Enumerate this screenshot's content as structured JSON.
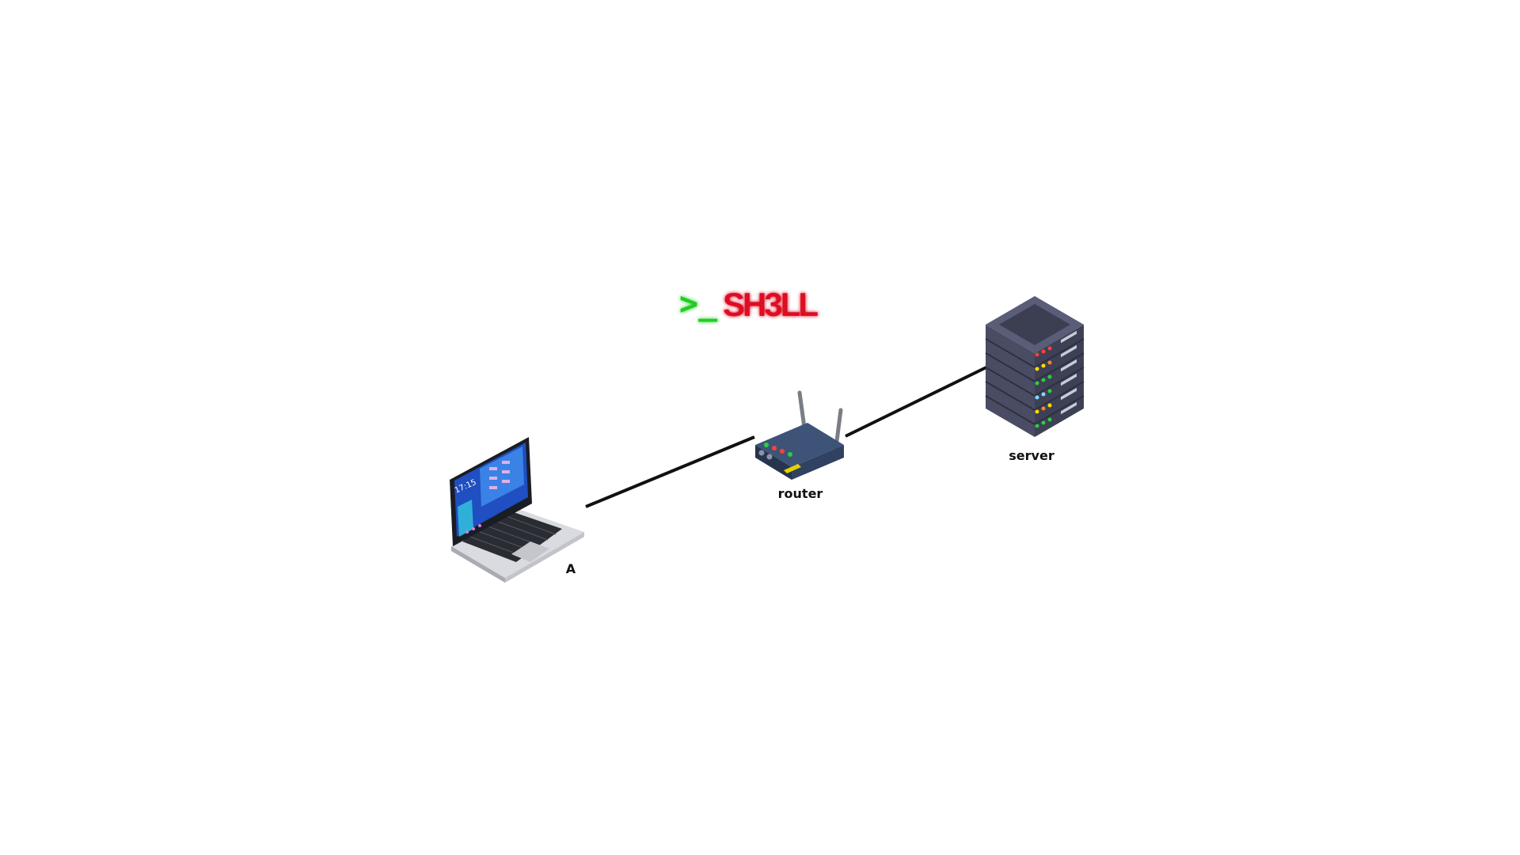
{
  "logo": {
    "prompt": ">_",
    "word": "SH3LL",
    "prompt_color": "#22cc22",
    "word_color": "#dd1122",
    "glow_color": "#ff6688"
  },
  "nodes": {
    "laptop": {
      "label": "A",
      "screen_time": "17:15"
    },
    "router": {
      "label": "router"
    },
    "server": {
      "label": "server"
    }
  },
  "connections": [
    {
      "from": "laptop",
      "to": "router"
    },
    {
      "from": "router",
      "to": "server"
    }
  ],
  "colors": {
    "line": "#111111",
    "router_body": "#34496b",
    "server_body": "#4a4c63",
    "laptop_screen": "#1f4fc0"
  }
}
